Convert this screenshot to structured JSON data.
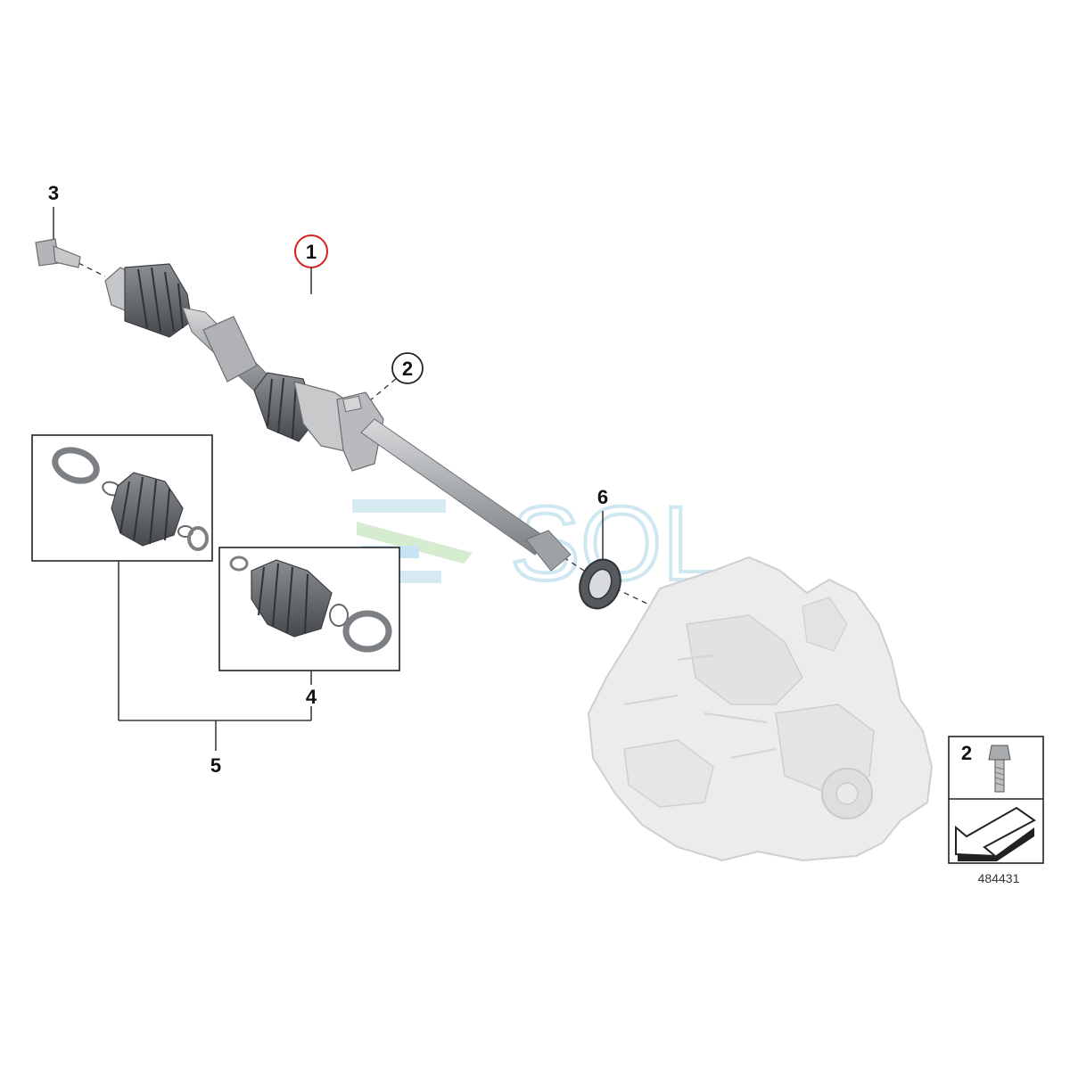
{
  "callouts": {
    "shaft": "1",
    "bolt": "2",
    "hub_bolt": "3",
    "inner_boot_kit": "4",
    "boot_kit_set": "5",
    "seal_ring": "6"
  },
  "detail_box": {
    "label": "2"
  },
  "diagram_number": "484431",
  "watermark": {
    "text": "SOL",
    "color": "#b7dcea"
  },
  "colors": {
    "highlight_circle": "#d62020",
    "part_dark": "#5e6166",
    "part_light": "#c9cbcd",
    "transmission": "#ebebeb"
  }
}
